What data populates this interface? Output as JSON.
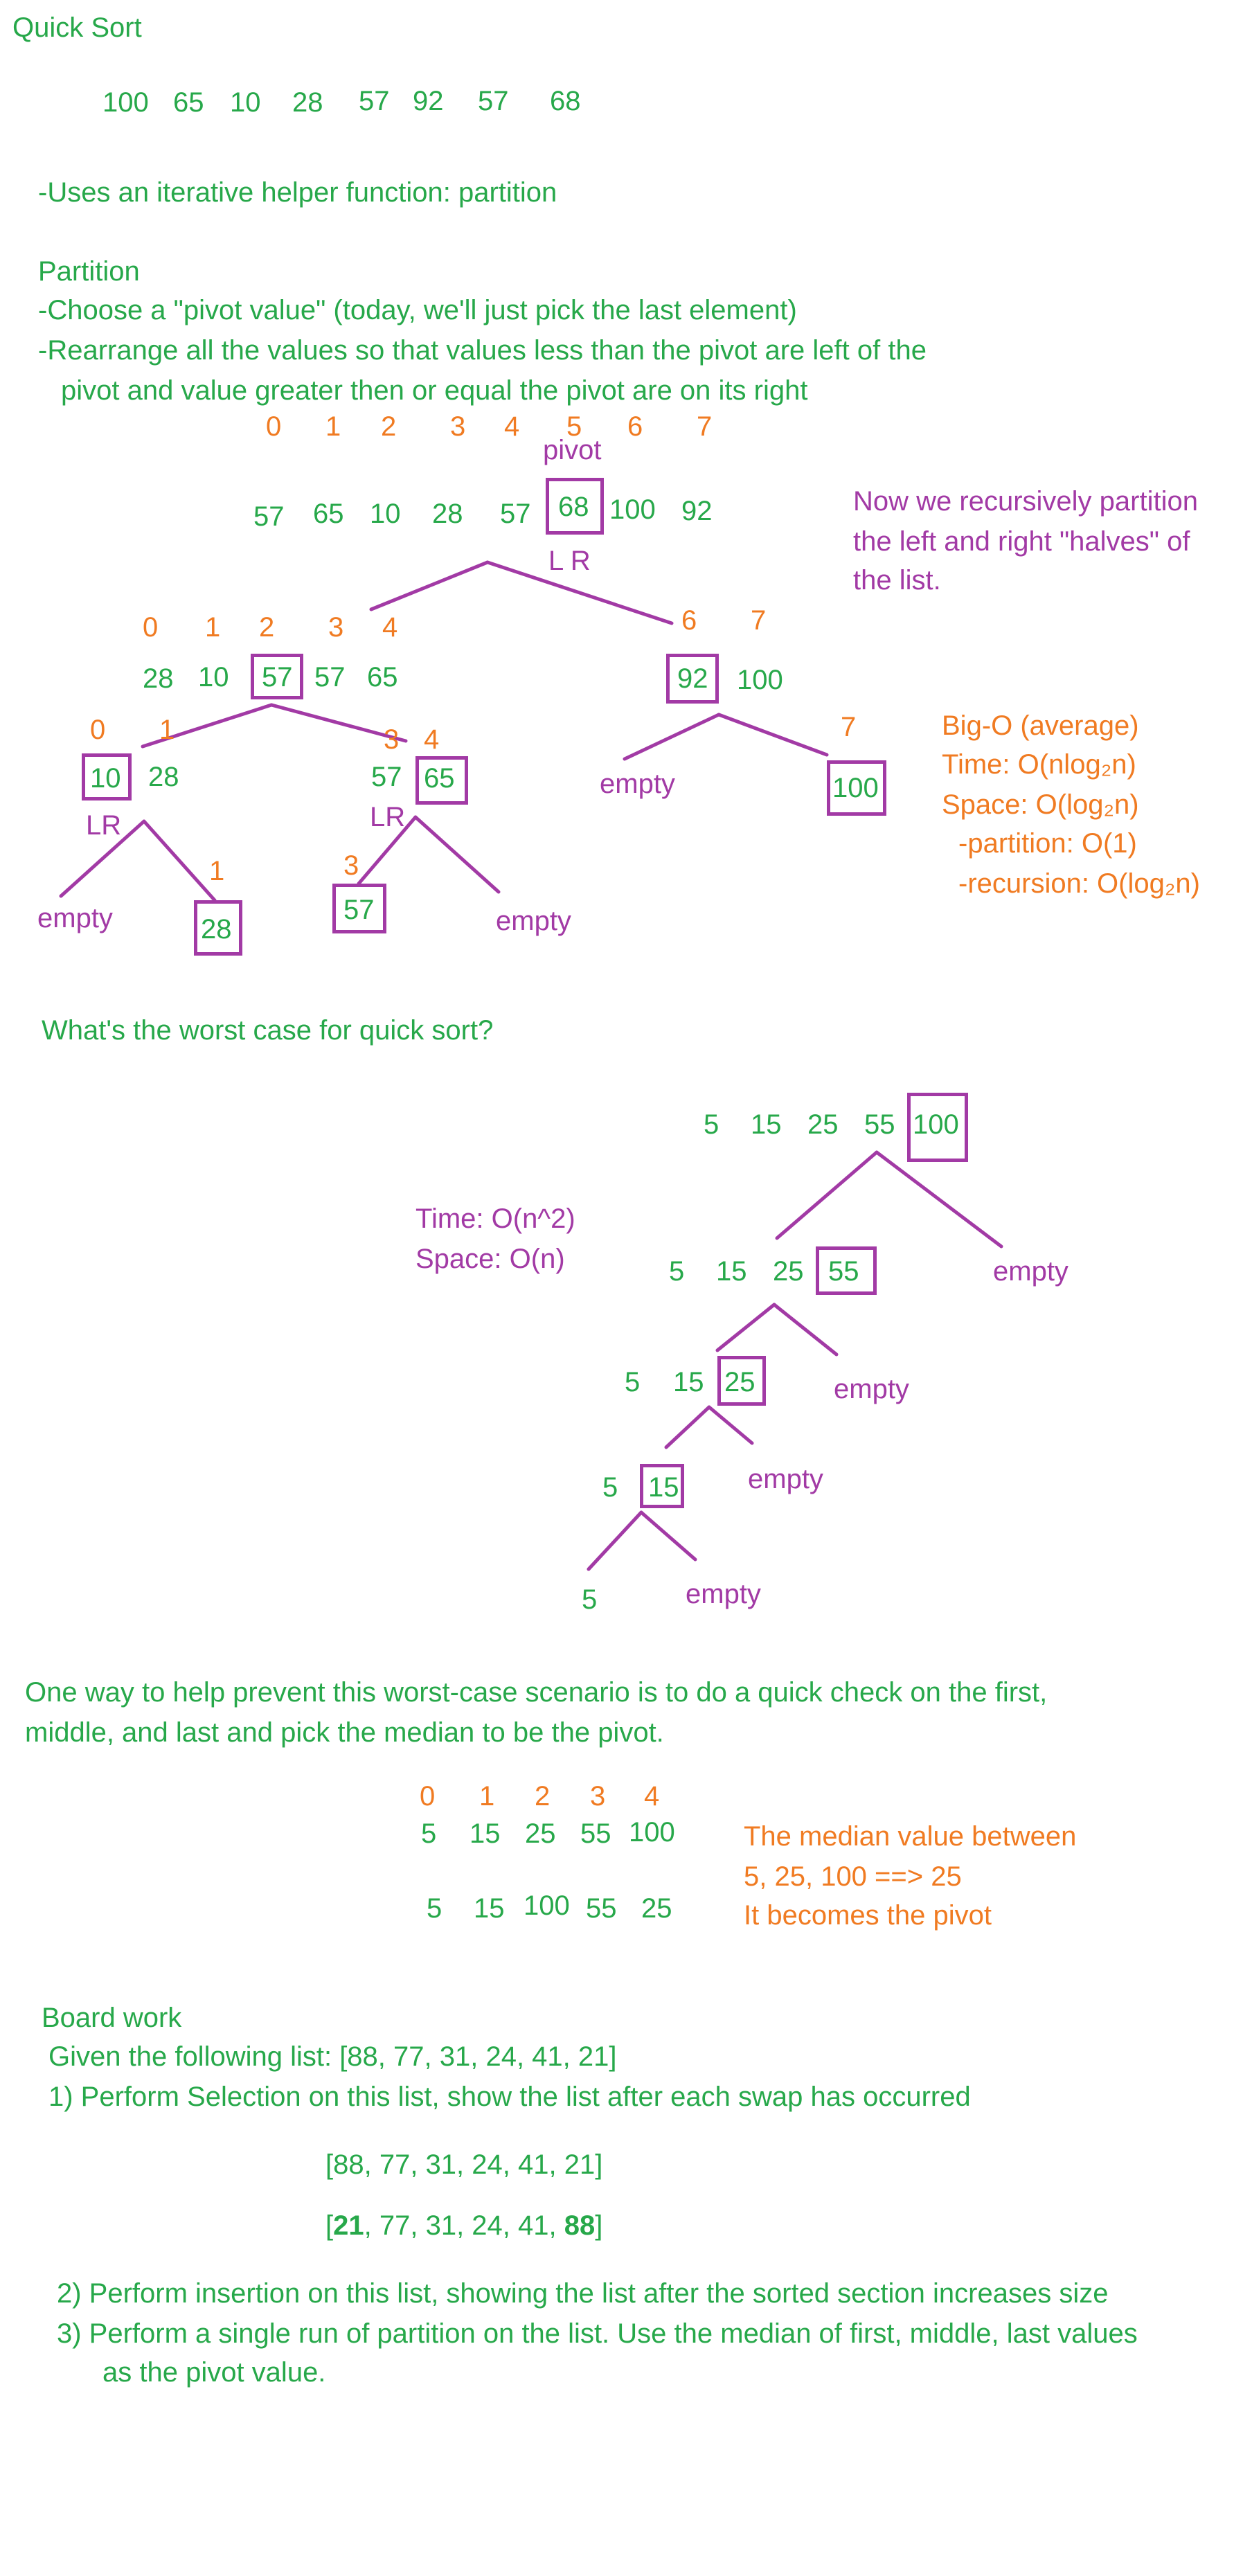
{
  "title": "Quick Sort",
  "intro_array": [
    "100",
    "65",
    "10",
    "28",
    "57",
    "92",
    "57",
    "68"
  ],
  "helper_line": "-Uses an iterative helper function: partition",
  "partition": {
    "heading": "Partition",
    "line1": "-Choose a \"pivot value\" (today, we'll just pick the last element)",
    "line2": "-Rearrange all the values so that values less than the pivot are left of the",
    "line3": "pivot and value greater then or equal the pivot are on its right"
  },
  "top_indices": [
    "0",
    "1",
    "2",
    "3",
    "4",
    "5",
    "6",
    "7"
  ],
  "pivot_label": "pivot",
  "partitioned_array": [
    "57",
    "65",
    "10",
    "28",
    "57",
    "68",
    "100",
    "92"
  ],
  "lr_label": "L R",
  "lr_short": "LR",
  "recursion_note": [
    "Now we recursively partition",
    "the left and right \"halves\" of",
    "the list."
  ],
  "left_half": {
    "indices": [
      "0",
      "1",
      "2",
      "3",
      "4"
    ],
    "values": [
      "28",
      "10",
      "57",
      "57",
      "65"
    ]
  },
  "right_half": {
    "indices": [
      "6",
      "7"
    ],
    "values": [
      "92",
      "100"
    ]
  },
  "ll": {
    "indices": [
      "0",
      "1"
    ],
    "values": [
      "10",
      "28"
    ]
  },
  "lr": {
    "indices": [
      "3",
      "4"
    ],
    "values": [
      "57",
      "65"
    ]
  },
  "rr_index": "7",
  "rr_value": "100",
  "empty": "empty",
  "leaf_28_index": "1",
  "leaf_28": "28",
  "leaf_57_index": "3",
  "leaf_57": "57",
  "big_o": {
    "heading": "Big-O (average)",
    "time": "Time: O(nlog₂n)",
    "space": "Space: O(log₂n)",
    "partition": "-partition: O(1)",
    "recursion": "-recursion: O(log₂n)"
  },
  "worst_question": "What's the worst case for quick sort?",
  "worst_levels": [
    [
      "5",
      "15",
      "25",
      "55",
      "100"
    ],
    [
      "5",
      "15",
      "25",
      "55"
    ],
    [
      "5",
      "15",
      "25"
    ],
    [
      "5",
      "15"
    ],
    [
      "5"
    ]
  ],
  "worst_complexity": {
    "time": "Time: O(n^2)",
    "space": "Space: O(n)"
  },
  "median_text": [
    "One way to help prevent this worst-case scenario is to do a quick check on the first,",
    "middle, and last and pick the median to be the pivot."
  ],
  "median_indices": [
    "0",
    "1",
    "2",
    "3",
    "4"
  ],
  "median_before": [
    "5",
    "15",
    "25",
    "55",
    "100"
  ],
  "median_after": [
    "5",
    "15",
    "100",
    "55",
    "25"
  ],
  "median_note": [
    "The median value between",
    "5, 25, 100 ==> 25",
    "It becomes the pivot"
  ],
  "board": {
    "heading": "Board work",
    "given": "Given the following list:   [88, 77, 31, 24, 41, 21]",
    "task1": "1) Perform Selection on this list, show the list after each swap has occurred",
    "list1": "[88, 77, 31, 24, 41, 21]",
    "list2_a": "[",
    "list2_b": "21",
    "list2_c": ", 77, 31, 24, 41, ",
    "list2_d": "88",
    "list2_e": "]",
    "task2": "2) Perform insertion on this list, showing the list after the sorted section increases size",
    "task3a": "3) Perform a single run of partition on the list. Use the median of first, middle, last values",
    "task3b": "as the pivot value."
  },
  "colors": {
    "green": "#27a84a",
    "orange": "#f07b22",
    "purple": "#a23aa5"
  }
}
